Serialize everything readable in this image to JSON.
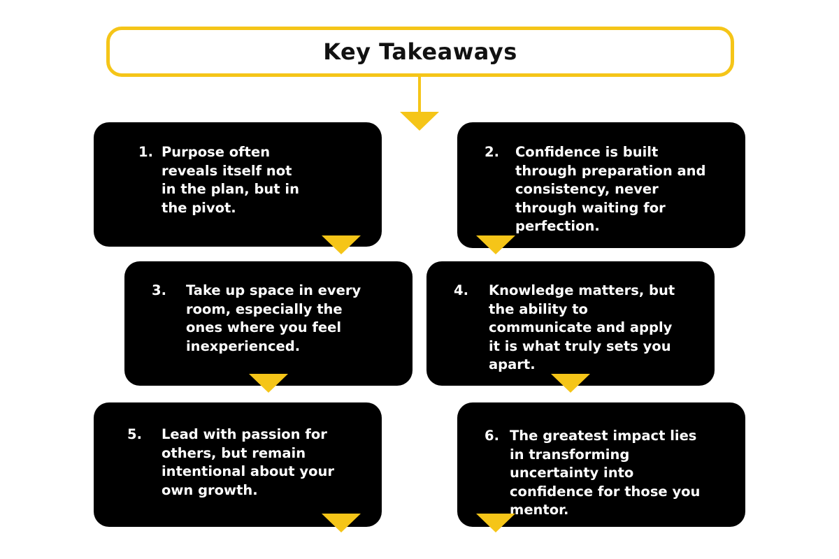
{
  "title": "Key Takeaways",
  "colors": {
    "accent": "#f5c518",
    "card": "#000000",
    "text": "#ffffff",
    "title_text": "#111111"
  },
  "items": [
    {
      "number": "1.",
      "text": "Purpose often reveals itself not in the plan, but in the pivot."
    },
    {
      "number": "2.",
      "text": "Confidence is built through preparation and consistency, never through waiting for perfection."
    },
    {
      "number": "3.",
      "text": "Take up space in every room, especially the ones where you feel inexperienced."
    },
    {
      "number": "4.",
      "text": "Knowledge matters, but the ability to communicate and apply it is what truly sets you apart."
    },
    {
      "number": "5.",
      "text": "Lead with passion for others, but remain intentional about your own growth."
    },
    {
      "number": "6.",
      "text": "The greatest impact lies in transforming uncertainty into confidence for those you mentor."
    }
  ]
}
